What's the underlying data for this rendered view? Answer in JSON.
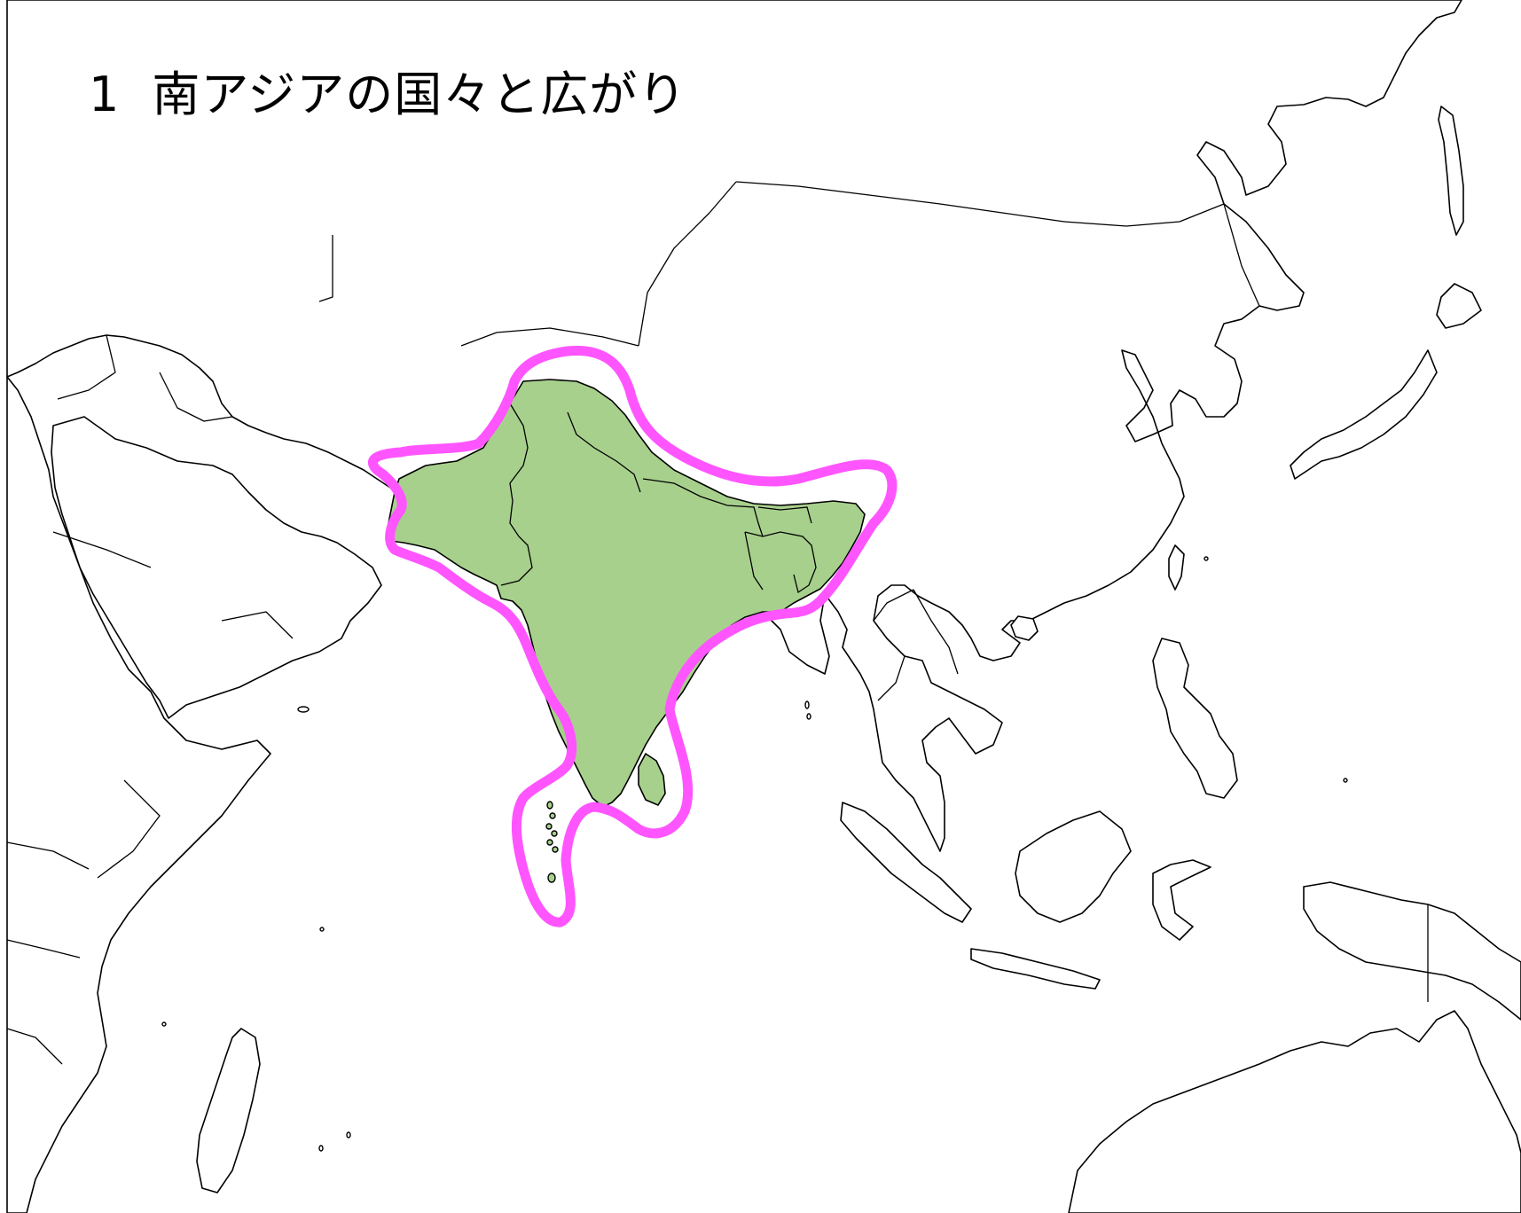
{
  "map": {
    "title_number": "1",
    "title_text": "南アジアの国々と広がり",
    "colors": {
      "region_fill": "#a8d08d",
      "region_outline": "#ff55ff",
      "land_fill": "#ffffff",
      "stroke": "#000000",
      "ocean": "#ffffff"
    },
    "highlighted_region_icon": "south-asia-shape",
    "outline_icon": "hand-drawn-outline"
  }
}
